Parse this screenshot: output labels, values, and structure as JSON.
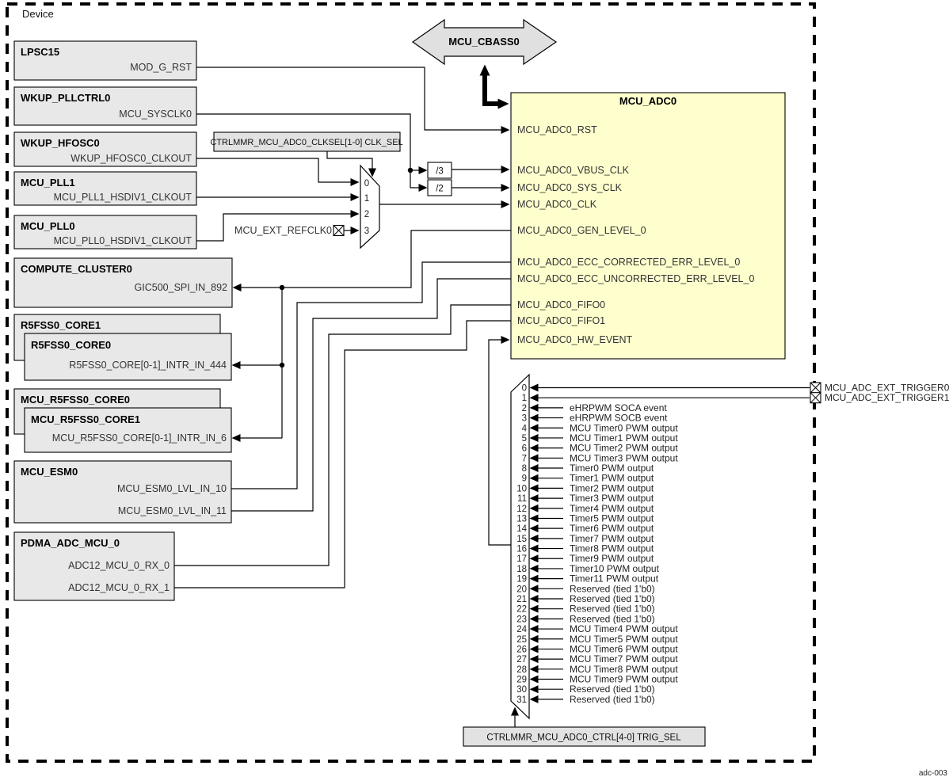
{
  "device_label": "Device",
  "figure_id": "adc-003",
  "colors": {
    "module_fill": "#e8e8e8",
    "adc_fill": "#ffffce",
    "label_fill": "#e2e2e2",
    "line": "#000000"
  },
  "cbass": {
    "label": "MCU_CBASS0"
  },
  "adc": {
    "title": "MCU_ADC0",
    "ports": [
      "MCU_ADC0_RST",
      "MCU_ADC0_VBUS_CLK",
      "MCU_ADC0_SYS_CLK",
      "MCU_ADC0_CLK",
      "MCU_ADC0_GEN_LEVEL_0",
      "MCU_ADC0_ECC_CORRECTED_ERR_LEVEL_0",
      "MCU_ADC0_ECC_UNCORRECTED_ERR_LEVEL_0",
      "MCU_ADC0_FIFO0",
      "MCU_ADC0_FIFO1",
      "MCU_ADC0_HW_EVENT"
    ]
  },
  "modules": {
    "lpsc15": {
      "title": "LPSC15",
      "port": "MOD_G_RST"
    },
    "wkup_pllctrl0": {
      "title": "WKUP_PLLCTRL0",
      "port": "MCU_SYSCLK0"
    },
    "wkup_hfosc0": {
      "title": "WKUP_HFOSC0",
      "port": "WKUP_HFOSC0_CLKOUT"
    },
    "mcu_pll1": {
      "title": "MCU_PLL1",
      "port": "MCU_PLL1_HSDIV1_CLKOUT"
    },
    "mcu_pll0": {
      "title": "MCU_PLL0",
      "port": "MCU_PLL0_HSDIV1_CLKOUT"
    },
    "compute_cluster0": {
      "title": "COMPUTE_CLUSTER0",
      "port": "GIC500_SPI_IN_892"
    },
    "r5fss0": {
      "back_title": "R5FSS0_CORE1",
      "front_title": "R5FSS0_CORE0",
      "port": "R5FSS0_CORE[0-1]_INTR_IN_444"
    },
    "mcu_r5fss0": {
      "back_title": "MCU_R5FSS0_CORE0",
      "front_title": "MCU_R5FSS0_CORE1",
      "port": "MCU_R5FSS0_CORE[0-1]_INTR_IN_6"
    },
    "mcu_esm0": {
      "title": "MCU_ESM0",
      "ports": [
        "MCU_ESM0_LVL_IN_10",
        "MCU_ESM0_LVL_IN_11"
      ]
    },
    "pdma": {
      "title": "PDMA_ADC_MCU_0",
      "ports": [
        "ADC12_MCU_0_RX_0",
        "ADC12_MCU_0_RX_1"
      ]
    }
  },
  "clock_mux": {
    "select_label": "CTRLMMR_MCU_ADC0_CLKSEL[1-0] CLK_SEL",
    "inputs": [
      "0",
      "1",
      "2",
      "3"
    ],
    "ext_ref_pin": "MCU_EXT_REFCLK0"
  },
  "dividers": {
    "div3": "/3",
    "div2": "/2"
  },
  "trigger_mux": {
    "select_label": "CTRLMMR_MCU_ADC0_CTRL[4-0] TRIG_SEL",
    "inputs": [
      {
        "n": "0",
        "label": "MCU_ADC_EXT_TRIGGER0",
        "pin": true
      },
      {
        "n": "1",
        "label": "MCU_ADC_EXT_TRIGGER1",
        "pin": true
      },
      {
        "n": "2",
        "label": "eHRPWM SOCA event"
      },
      {
        "n": "3",
        "label": "eHRPWM SOCB event"
      },
      {
        "n": "4",
        "label": "MCU Timer0 PWM output"
      },
      {
        "n": "5",
        "label": "MCU Timer1 PWM output"
      },
      {
        "n": "6",
        "label": "MCU Timer2 PWM output"
      },
      {
        "n": "7",
        "label": "MCU Timer3 PWM output"
      },
      {
        "n": "8",
        "label": "Timer0 PWM output"
      },
      {
        "n": "9",
        "label": "Timer1 PWM output"
      },
      {
        "n": "10",
        "label": "Timer2 PWM output"
      },
      {
        "n": "11",
        "label": "Timer3 PWM output"
      },
      {
        "n": "12",
        "label": "Timer4 PWM output"
      },
      {
        "n": "13",
        "label": "Timer5 PWM output"
      },
      {
        "n": "14",
        "label": "Timer6 PWM output"
      },
      {
        "n": "15",
        "label": "Timer7 PWM output"
      },
      {
        "n": "16",
        "label": "Timer8 PWM output"
      },
      {
        "n": "17",
        "label": "Timer9 PWM output"
      },
      {
        "n": "18",
        "label": "Timer10 PWM output"
      },
      {
        "n": "19",
        "label": "Timer11 PWM output"
      },
      {
        "n": "20",
        "label": "Reserved (tied 1'b0)"
      },
      {
        "n": "21",
        "label": "Reserved (tied 1'b0)"
      },
      {
        "n": "22",
        "label": "Reserved (tied 1'b0)"
      },
      {
        "n": "23",
        "label": "Reserved (tied 1'b0)"
      },
      {
        "n": "24",
        "label": "MCU Timer4 PWM output"
      },
      {
        "n": "25",
        "label": "MCU Timer5 PWM output"
      },
      {
        "n": "26",
        "label": "MCU Timer6 PWM output"
      },
      {
        "n": "27",
        "label": "MCU Timer7 PWM output"
      },
      {
        "n": "28",
        "label": "MCU Timer8 PWM output"
      },
      {
        "n": "29",
        "label": "MCU Timer9 PWM output"
      },
      {
        "n": "30",
        "label": "Reserved (tied 1'b0)"
      },
      {
        "n": "31",
        "label": "Reserved (tied 1'b0)"
      }
    ]
  }
}
